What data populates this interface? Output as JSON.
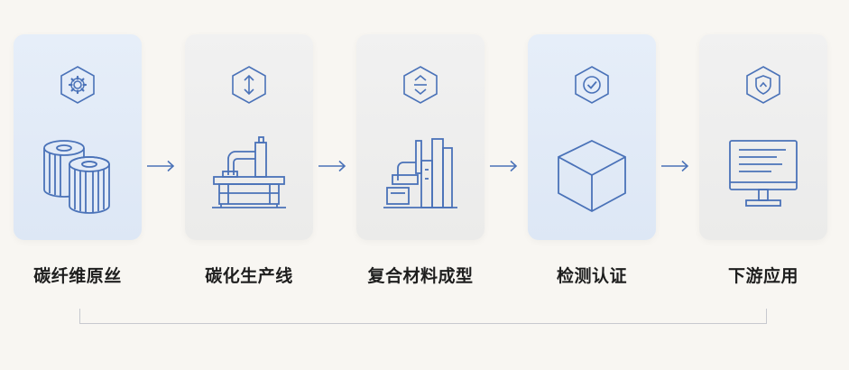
{
  "steps": [
    {
      "label": "碳纤维原丝",
      "badge_icon": "gear-icon",
      "illustration": "fiber-spools-icon",
      "style": "blue"
    },
    {
      "label": "碳化生产线",
      "badge_icon": "vertical-arrows-icon",
      "illustration": "carbonization-machine-icon",
      "style": "gray"
    },
    {
      "label": "复合材料成型",
      "badge_icon": "expand-collapse-icon",
      "illustration": "factory-plant-icon",
      "style": "gray"
    },
    {
      "label": "检测认证",
      "badge_icon": "check-icon",
      "illustration": "cube-icon",
      "style": "blue"
    },
    {
      "label": "下游应用",
      "badge_icon": "shield-icon",
      "illustration": "monitor-icon",
      "style": "gray"
    }
  ],
  "colors": {
    "accent": "#4a72b8",
    "card_blue": "#e3ebf7",
    "card_gray": "#efefef",
    "text": "#1e1e1e",
    "bracket": "#c7c9cf"
  }
}
